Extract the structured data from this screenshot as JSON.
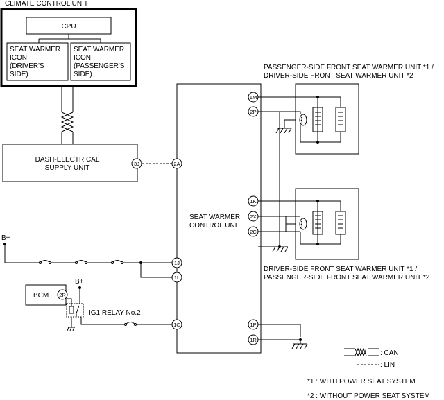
{
  "labels": {
    "climate_unit": "CLIMATE CONTROL UNIT",
    "cpu": "CPU",
    "icon_driver": [
      "SEAT WARMER",
      "ICON",
      "(DRIVER'S",
      "SIDE)"
    ],
    "icon_passenger": [
      "SEAT WARMER",
      "ICON",
      "(PASSENGER'S",
      "SIDE)"
    ],
    "dash_supply": [
      "DASH-ELECTRICAL",
      "SUPPLY UNIT"
    ],
    "seat_warmer_control": [
      "SEAT WARMER",
      "CONTROL UNIT"
    ],
    "upper_unit": [
      "PASSENGER-SIDE FRONT SEAT WARMER UNIT *1 /",
      "DRIVER-SIDE FRONT SEAT WARMER UNIT *2"
    ],
    "lower_unit": [
      "DRIVER-SIDE FRONT SEAT WARMER UNIT *1  /",
      "PASSENGER-SIDE FRONT SEAT WARMER UNIT *2"
    ],
    "bplus_left": "B+",
    "bplus_relay": "B+",
    "bcm": "BCM",
    "relay": "IG1 RELAY No.2"
  },
  "pins": {
    "p3J": "3J",
    "p2A": "2A",
    "p1M": "1M",
    "p2P": "2P",
    "p1K": "1K",
    "p2X": "2X",
    "p2C": "2C",
    "p1J": "1J",
    "p1L": "1L",
    "p1C": "1C",
    "p1P": "1P",
    "p1R": "1R",
    "p2R": "2R"
  },
  "legend": {
    "can": ": CAN",
    "lin": ": LIN",
    "note1": "*1 :  WITH POWER SEAT SYSTEM",
    "note2": "*2 :  WITHOUT POWER SEAT SYSTEM"
  }
}
